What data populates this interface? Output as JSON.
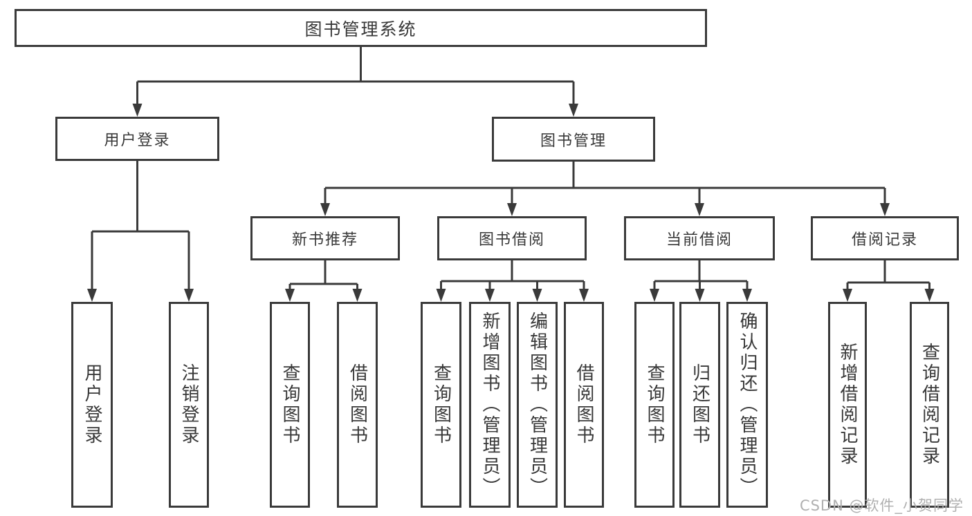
{
  "diagram": {
    "root": {
      "label": "图书管理系统"
    },
    "user_branch": {
      "label": "用户登录",
      "children": [
        {
          "label": "用户登录"
        },
        {
          "label": "注销登录"
        }
      ]
    },
    "book_branch": {
      "label": "图书管理",
      "groups": [
        {
          "label": "新书推荐",
          "children": [
            {
              "label": "查询图书"
            },
            {
              "label": "借阅图书"
            }
          ]
        },
        {
          "label": "图书借阅",
          "children": [
            {
              "label": "查询图书"
            },
            {
              "label": "新增图书（管理员）"
            },
            {
              "label": "编辑图书（管理员）"
            },
            {
              "label": "借阅图书"
            }
          ]
        },
        {
          "label": "当前借阅",
          "children": [
            {
              "label": "查询图书"
            },
            {
              "label": "归还图书"
            },
            {
              "label": "确认归还（管理员）"
            }
          ]
        },
        {
          "label": "借阅记录",
          "children": [
            {
              "label": "新增借阅记录"
            },
            {
              "label": "查询借阅记录"
            }
          ]
        }
      ]
    }
  },
  "watermark": {
    "text": "CSDN @软件_小贺同学"
  },
  "colors": {
    "line": "#3a3a3a",
    "text": "#383838",
    "watermark": "#b0b0b0"
  }
}
